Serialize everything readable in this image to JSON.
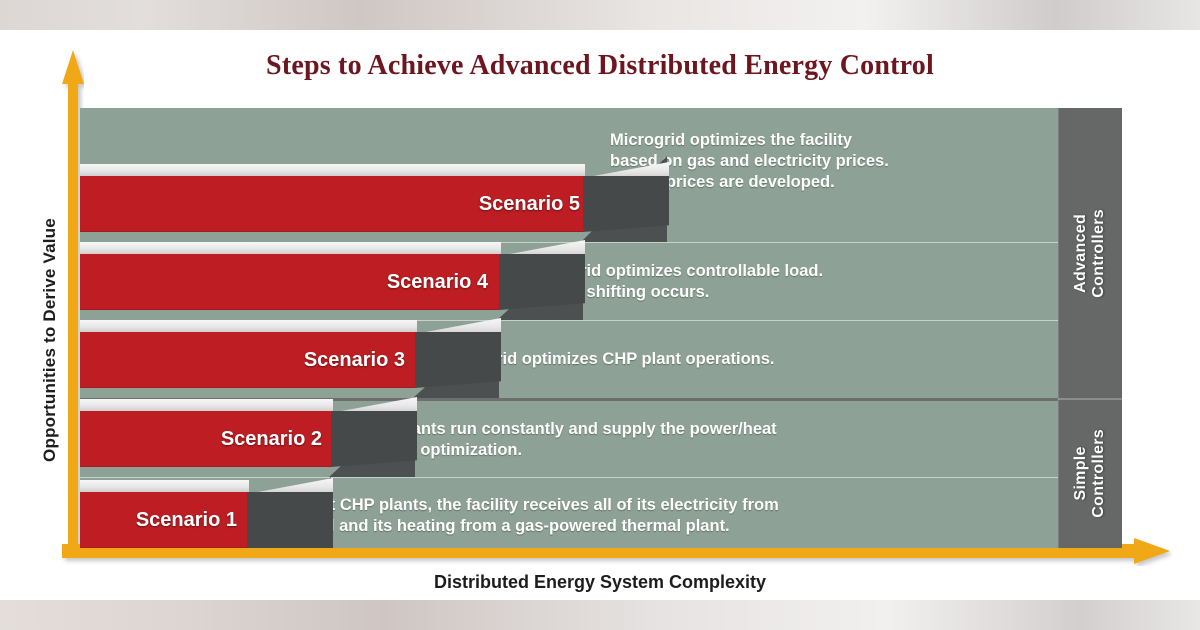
{
  "title": "Steps to Achieve Advanced Distributed Energy Control",
  "axes": {
    "y_label": "Opportunities to Derive Value",
    "x_label": "Distributed Energy System Complexity",
    "y_arrow_icon": "up-arrow-icon",
    "x_arrow_icon": "right-arrow-icon"
  },
  "colors": {
    "title": "#6d1620",
    "bar": "#be1e23",
    "bar_side": "#46494a",
    "band": "#8ea196",
    "controller_column": "#666868",
    "axis_arrow": "#f0a818"
  },
  "groups": [
    {
      "id": "advanced",
      "label": "Advanced\nControllers"
    },
    {
      "id": "simple",
      "label": "Simple\nControllers"
    }
  ],
  "chart_data": {
    "type": "bar",
    "title": "Steps to Achieve Advanced Distributed Energy Control",
    "xlabel": "Distributed Energy System Complexity",
    "ylabel": "Opportunities to Derive Value",
    "orientation": "horizontal",
    "categories": [
      "Scenario 1",
      "Scenario 2",
      "Scenario 3",
      "Scenario 4",
      "Scenario 5"
    ],
    "values": [
      1,
      2,
      3,
      4,
      5
    ],
    "grid": false,
    "legend": null,
    "annotations": [
      "Without CHP plants, the facility receives all of its electricity from the grid and its heating from a gas-powered thermal plant.",
      "CHP plants run constantly and supply the power/heat with no optimization.",
      "Microgrid optimizes CHP plant operations.",
      "Microgrid optimizes controllable load. Energy shifting occurs.",
      "Microgrid optimizes the facility based on gas and electricity prices. Future prices are developed."
    ]
  },
  "rows": [
    {
      "key": "s5",
      "label": "Scenario 5",
      "description": "Microgrid optimizes the facility\nbased on gas and electricity prices.\nFuture prices are developed.",
      "group": "advanced"
    },
    {
      "key": "s4",
      "label": "Scenario 4",
      "description": "Microgrid optimizes controllable load.\nEnergy shifting occurs.",
      "group": "advanced"
    },
    {
      "key": "s3",
      "label": "Scenario 3",
      "description": "Microgrid optimizes CHP plant operations.",
      "group": "advanced"
    },
    {
      "key": "s2",
      "label": "Scenario 2",
      "description": "CHP plants run constantly and supply the power/heat\nwith no optimization.",
      "group": "simple"
    },
    {
      "key": "s1",
      "label": "Scenario 1",
      "description": "Without CHP plants, the facility receives all of its electricity from\nthe grid and its heating from a gas-powered thermal plant.",
      "group": "simple"
    }
  ]
}
